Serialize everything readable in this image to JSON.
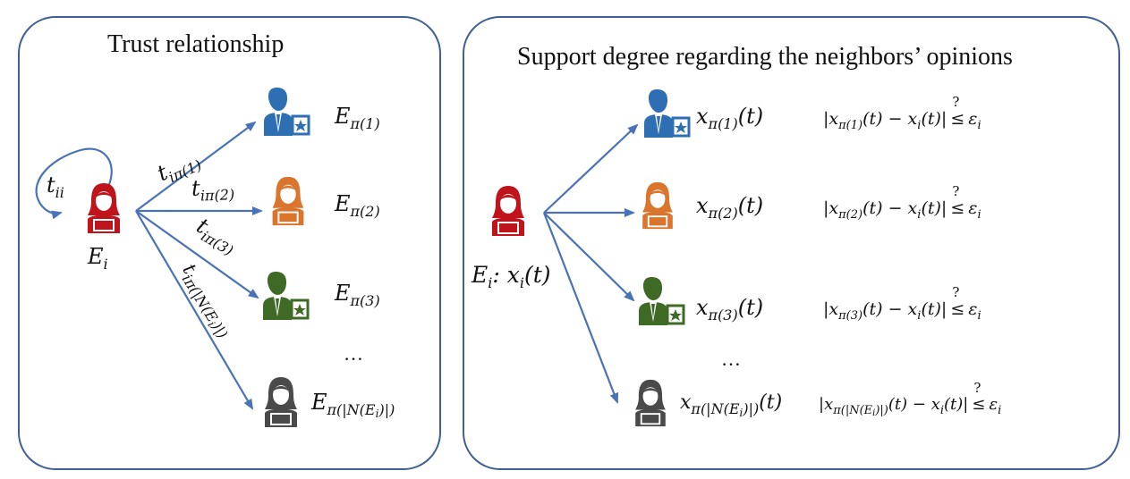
{
  "left": {
    "title": "Trust relationship",
    "self_loop": "t",
    "self_loop_sub": "ii",
    "center": "E",
    "center_sub": "i",
    "edges": [
      {
        "t": "t",
        "sub": "iπ(1)"
      },
      {
        "t": "t",
        "sub": "iπ(2)"
      },
      {
        "t": "t",
        "sub": "iπ(3)"
      },
      {
        "t": "t",
        "sub": "iπ(|N(E",
        "subsub": "i",
        "tail": ")|)"
      }
    ],
    "nodes": [
      {
        "e": "E",
        "sub": "π(1)"
      },
      {
        "e": "E",
        "sub": "π(2)"
      },
      {
        "e": "E",
        "sub": "π(3)"
      },
      {
        "e": "E",
        "sub": "π(|N(E",
        "subsub": "i",
        "tail": ")|)"
      }
    ],
    "ellipsis": "…"
  },
  "right": {
    "title": "Support degree regarding the neighbors’ opinions",
    "center_e": "E",
    "center_sub": "i",
    "center_rest": ": x",
    "center_x_sub": "i",
    "center_t": "(t)",
    "rows": [
      {
        "x": "x",
        "sub": "π(1)",
        "t": "(t)",
        "cond_pre": "|x",
        "cond_sub": "π(1)",
        "cond_mid": "(t) − x",
        "cond_i": "i",
        "cond_end": "(t)|",
        "leq": "≤",
        "q": "?",
        "eps": "ε",
        "eps_sub": "i"
      },
      {
        "x": "x",
        "sub": "π(2)",
        "t": "(t)",
        "cond_pre": "|x",
        "cond_sub": "π(2)",
        "cond_mid": "(t) − x",
        "cond_i": "i",
        "cond_end": "(t)|",
        "leq": "≤",
        "q": "?",
        "eps": "ε",
        "eps_sub": "i"
      },
      {
        "x": "x",
        "sub": "π(3)",
        "t": "(t)",
        "cond_pre": "|x",
        "cond_sub": "π(3)",
        "cond_mid": "(t) − x",
        "cond_i": "i",
        "cond_end": "(t)|",
        "leq": "≤",
        "q": "?",
        "eps": "ε",
        "eps_sub": "i"
      },
      {
        "x": "x",
        "sub": "π(|N(E",
        "subsub": "i",
        "tail": ")|)",
        "t": "(t)",
        "cond_pre": "|x",
        "cond_sub": "π(|N(E",
        "cond_subsub": "i",
        "cond_tail": ")|)",
        "cond_mid": "(t) − x",
        "cond_i": "i",
        "cond_end": "(t)|",
        "leq": "≤",
        "q": "?",
        "eps": "ε",
        "eps_sub": "i"
      }
    ],
    "ellipsis": "…"
  },
  "colors": {
    "border": "#3f5f95",
    "arrow": "#4a72b8",
    "red": "#c0141c",
    "blue": "#2e6fb3",
    "orange": "#d9752d",
    "green": "#3e6a26",
    "gray": "#4a4a4a"
  },
  "icons": [
    "woman-laptop-icon",
    "man-badge-icon"
  ]
}
